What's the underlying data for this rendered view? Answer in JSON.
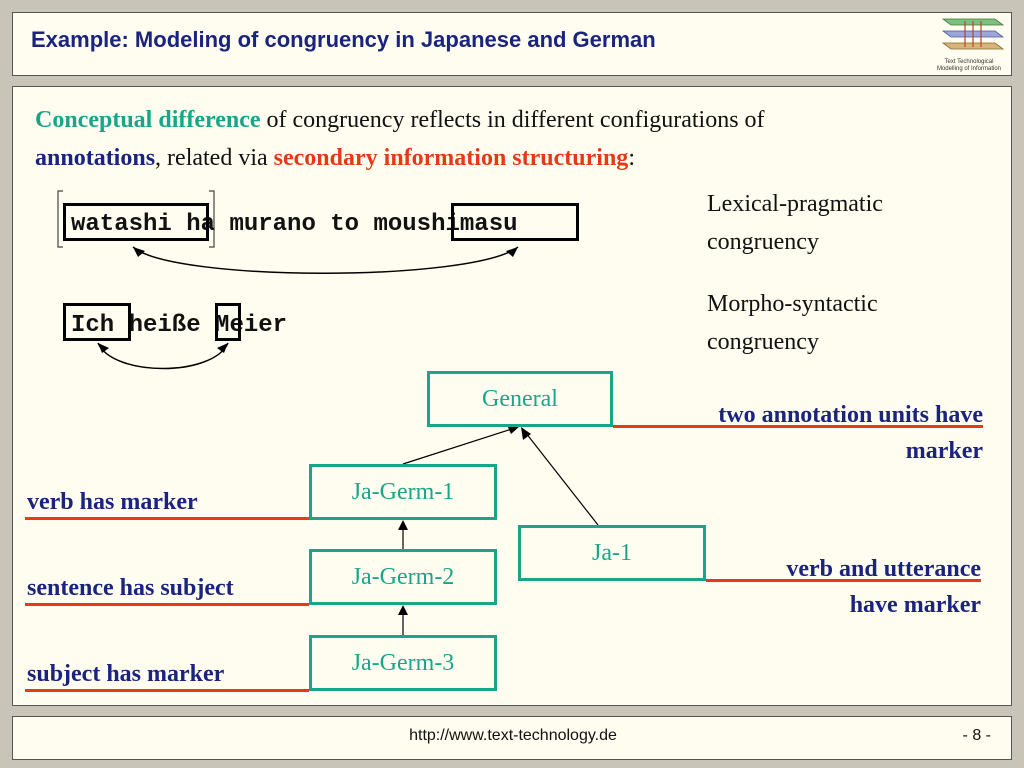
{
  "header": {
    "title": "Example: Modeling of congruency in Japanese and German",
    "logo_caption_line1": "Text Technological",
    "logo_caption_line2": "Modelling of Information"
  },
  "intro": {
    "part1": "Conceptual difference",
    "part2": " of congruency  reflects in different configurations of ",
    "part3": "annotations",
    "part4": ", related via ",
    "part5": "secondary information structuring",
    "part6": ":"
  },
  "japanese": {
    "word1": "watashi",
    "middle": " ha murano to ",
    "word2": "moushi",
    "suffix": "masu",
    "description_line1": "Lexical-pragmatic",
    "description_line2": "congruency"
  },
  "german": {
    "word1": "Ich",
    "middle": " heiß",
    "marker": "e",
    "suffix": " Meier",
    "description_line1": "Morpho-syntactic",
    "description_line2": "congruency"
  },
  "nodes": {
    "general": "General",
    "ja_germ_1": "Ja-Germ-1",
    "ja_germ_2": "Ja-Germ-2",
    "ja_germ_3": "Ja-Germ-3",
    "ja_1": "Ja-1"
  },
  "labels": {
    "general_line1": "two annotation units have",
    "general_line2": "marker",
    "verb_has_marker": "verb has marker",
    "sentence_has_subject": "sentence has subject",
    "subject_has_marker": "subject has marker",
    "ja1_line1": "verb and utterance",
    "ja1_line2": "have marker"
  },
  "footer": {
    "url": "http://www.text-technology.de",
    "page": "- 8 -"
  },
  "colors": {
    "title": "#1a237e",
    "teal": "#1aa58a",
    "red": "#e53a17",
    "background": "#fffdf0"
  }
}
